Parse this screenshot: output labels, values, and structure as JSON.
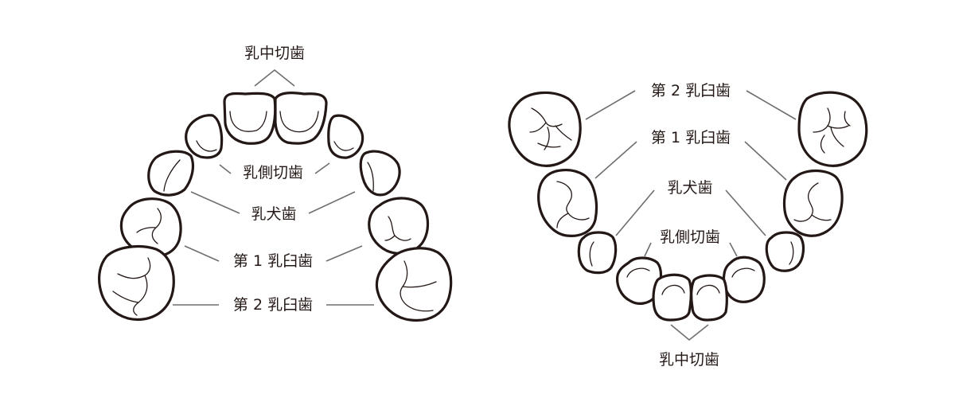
{
  "upper_jaw": {
    "labels": {
      "central_incisor": "乳中切歯",
      "lateral_incisor": "乳側切歯",
      "canine": "乳犬歯",
      "first_molar": "第 1 乳臼歯",
      "second_molar": "第 2 乳臼歯"
    }
  },
  "lower_jaw": {
    "labels": {
      "second_molar": "第 2 乳臼歯",
      "first_molar": "第 1 乳臼歯",
      "canine": "乳犬歯",
      "lateral_incisor": "乳側切歯",
      "central_incisor": "乳中切歯"
    }
  },
  "colors": {
    "outline": "#231815",
    "leader": "#6e6e6e",
    "background": "#ffffff"
  }
}
